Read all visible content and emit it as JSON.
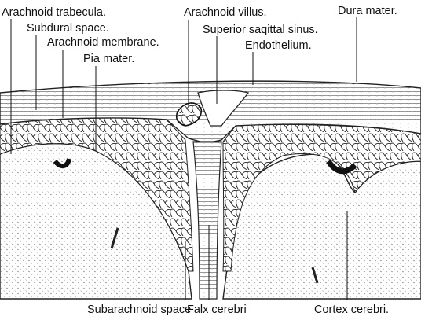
{
  "labels": {
    "arachnoid_trabecula": "Arachnoid trabecula.",
    "subdural_space": "Subdural space.",
    "arachnoid_membrane": "Arachnoid membrane.",
    "pia_mater": "Pia mater.",
    "arachnoid_villus": "Arachnoid villus.",
    "superior_sagittal_sinus": "Superior saqittal sinus.",
    "endothelium": "Endothelium.",
    "dura_mater": "Dura mater.",
    "subarachnoid_space": "Subarachnoid space",
    "falx_cerebri": "Falx cerebri",
    "cortex_cerebri": "Cortex cerebri."
  }
}
